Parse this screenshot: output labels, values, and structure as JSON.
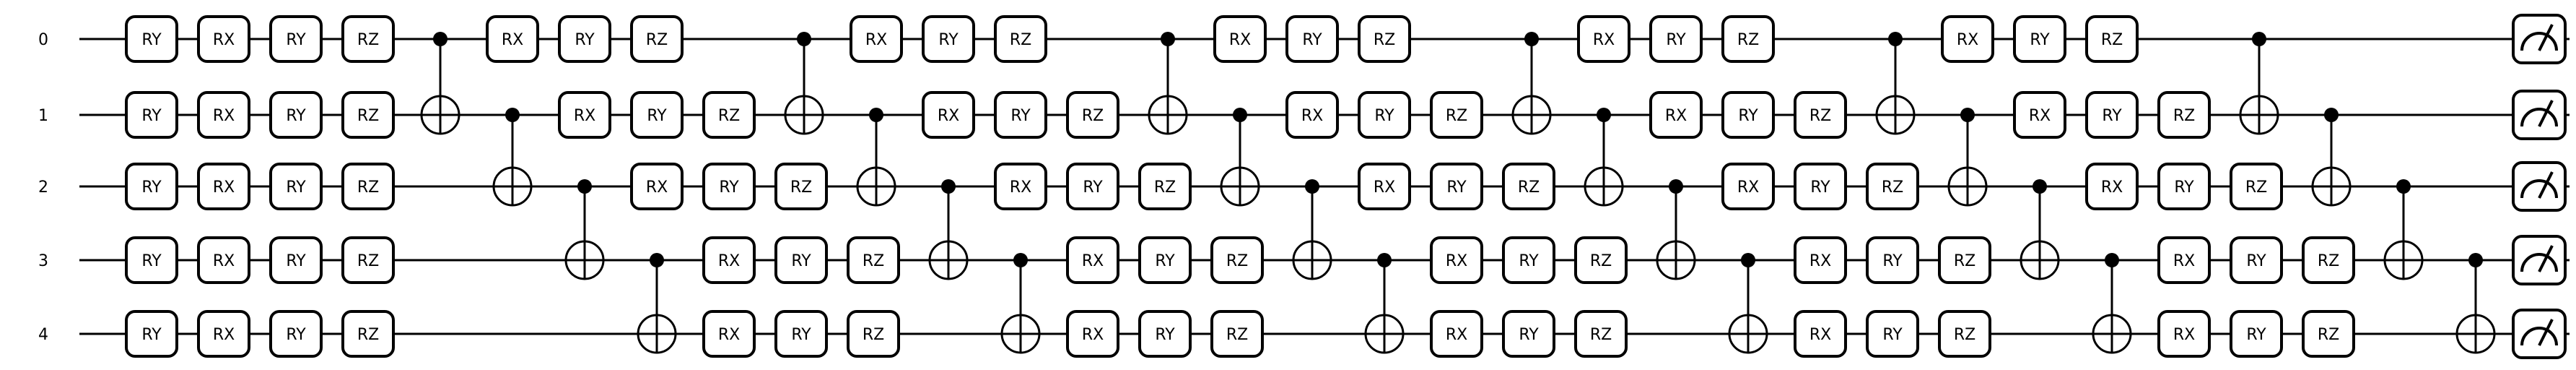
{
  "wires": [
    "0",
    "1",
    "2",
    "3",
    "4"
  ],
  "initial_rotations": [
    "RY",
    "RX",
    "RY",
    "RZ"
  ],
  "entangler_labels": [
    "RX",
    "RY",
    "RZ"
  ],
  "layers": 6,
  "cnot_chain": [
    [
      0,
      1
    ],
    [
      1,
      2
    ],
    [
      2,
      3
    ],
    [
      3,
      4
    ]
  ],
  "measurement": {
    "wires": [
      0,
      1,
      2,
      3,
      4
    ],
    "icon": "meter-icon"
  }
}
